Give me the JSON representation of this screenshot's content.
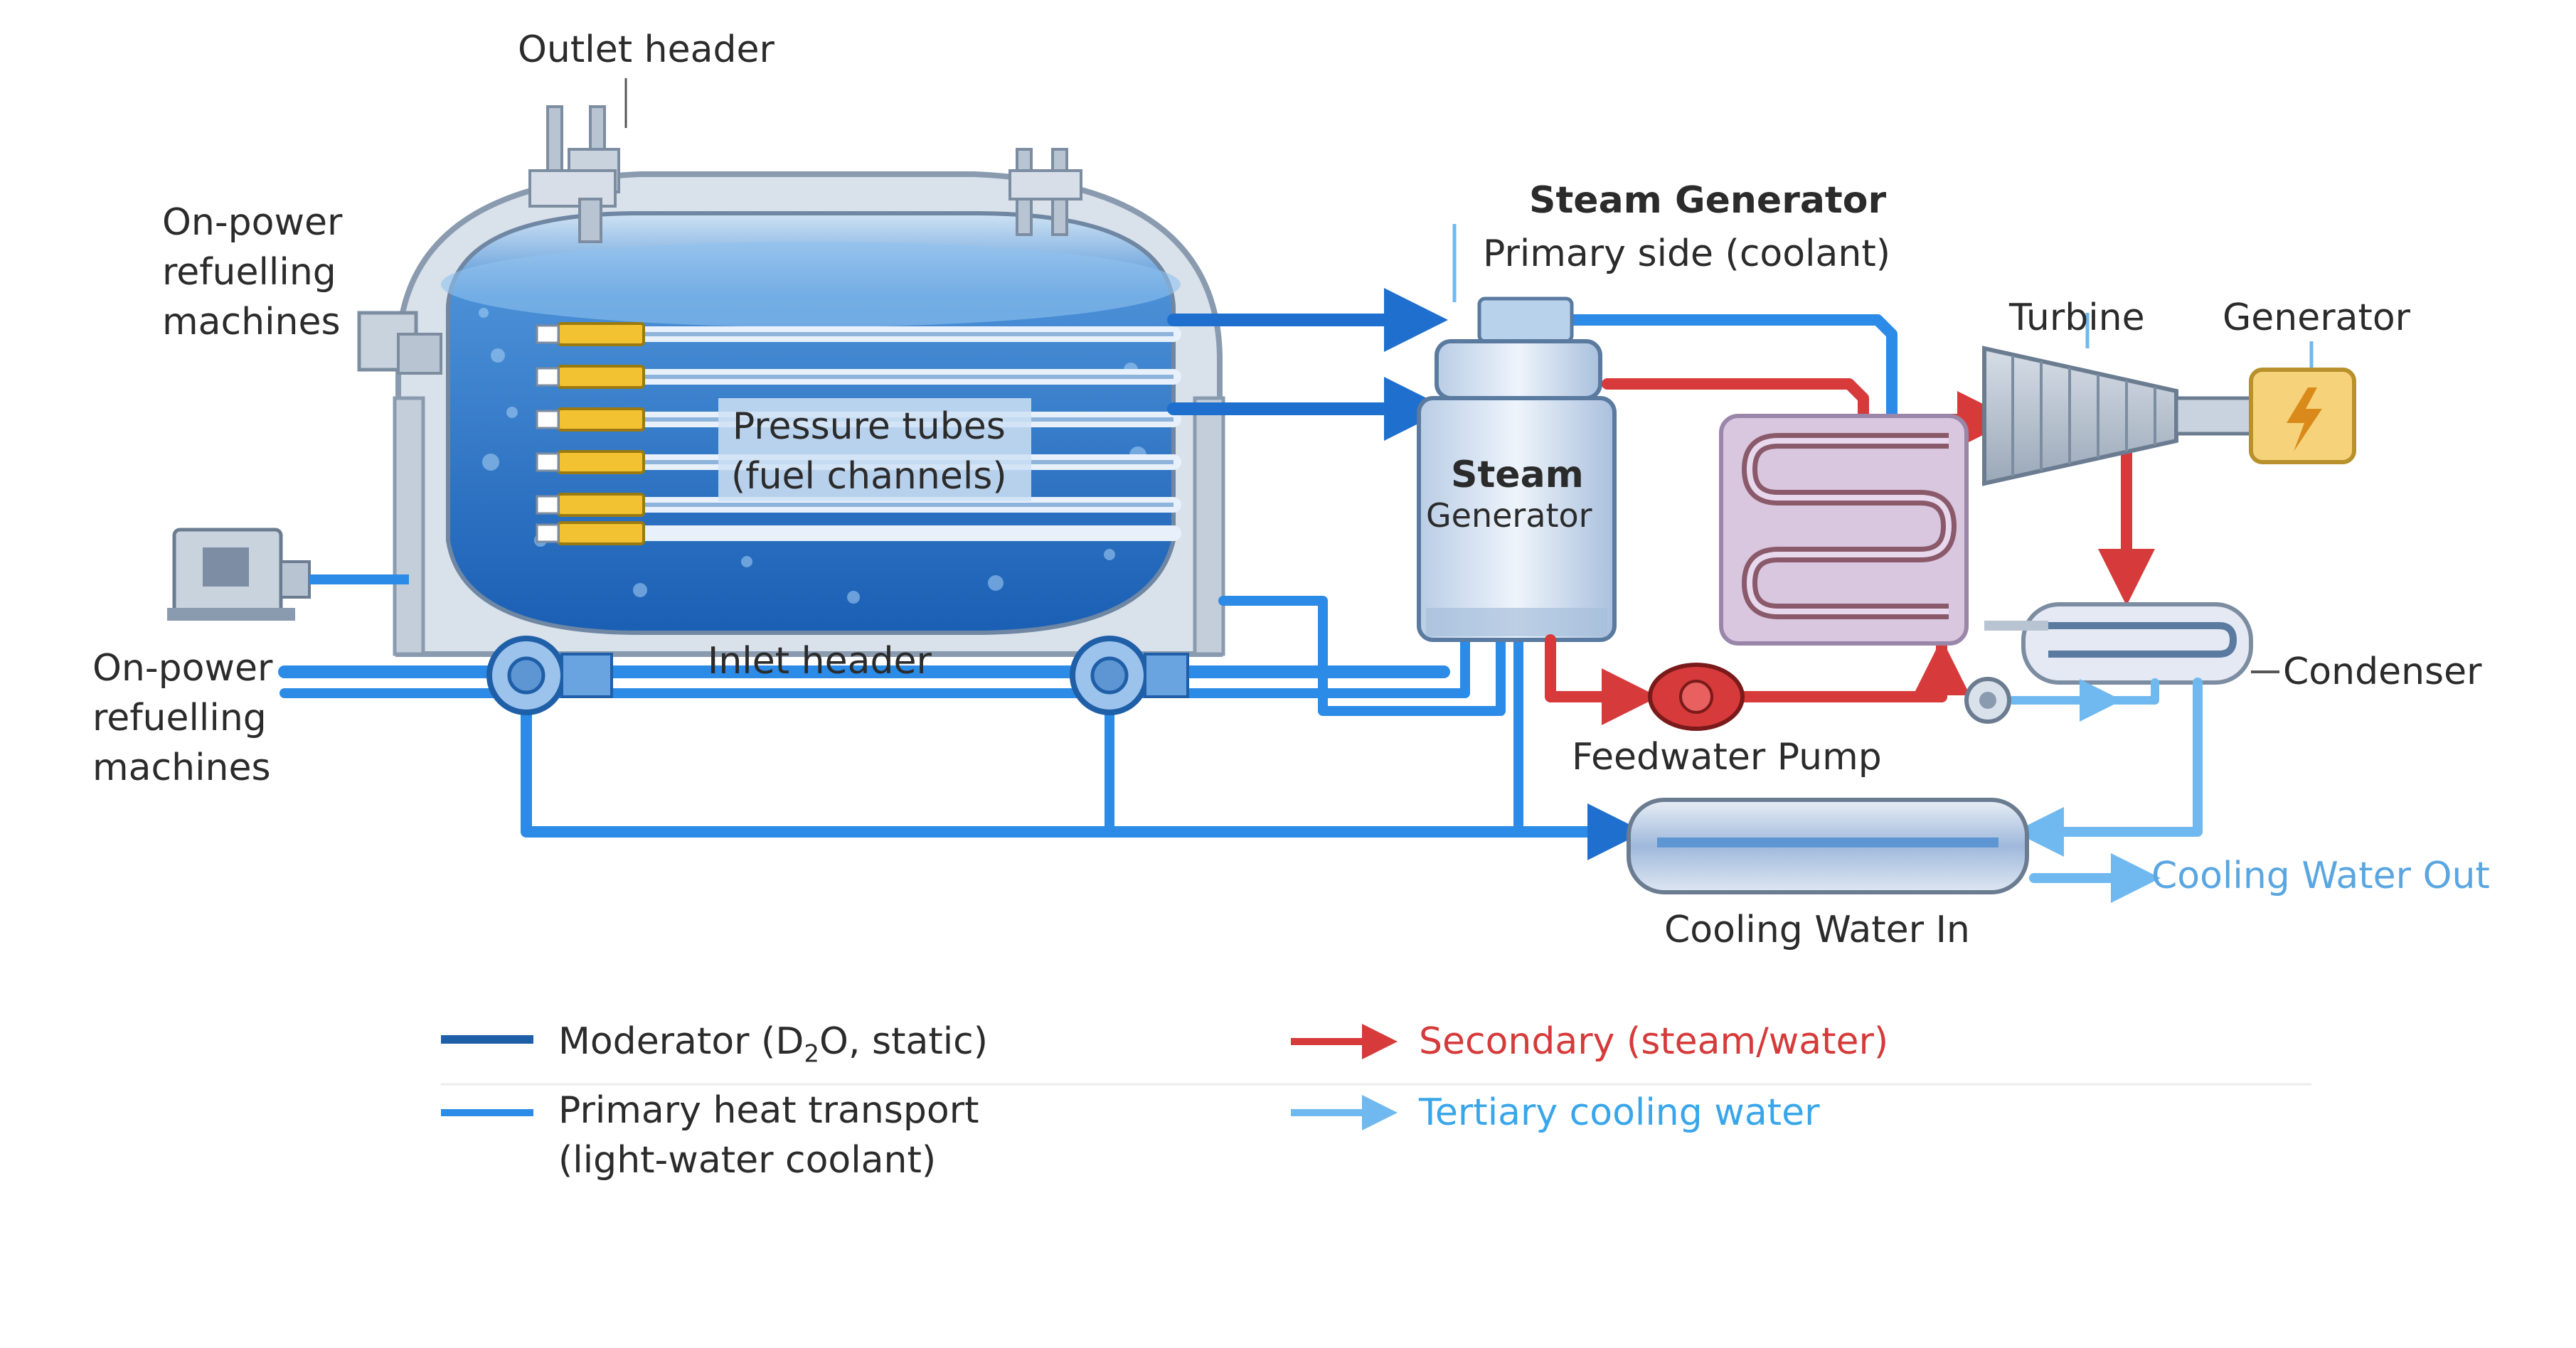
{
  "labels": {
    "outlet_header": "Outlet header",
    "refuel_top": "On-power\nrefuelling\nmachines",
    "refuel_bottom": "On-power\nrefuelling\nmachines",
    "pressure_tubes": "Pressure tubes\n(fuel channels)",
    "inlet_header": "Inlet header",
    "sg_title": "Steam Generator",
    "sg_subtitle": "Primary side (coolant)",
    "sg_body_bold": "Steam",
    "sg_body": "Generator",
    "turbine": "Turbine",
    "generator": "Generator",
    "condenser": "Condenser",
    "feedwater_pump": "Feedwater Pump",
    "cooling_in": "Cooling Water In",
    "cooling_out": "Cooling Water Out"
  },
  "legend": {
    "moderator_prefix": "Moderator (D",
    "moderator_sub": "2",
    "moderator_suffix": "O, static)",
    "primary": "Primary heat transport\n(light-water coolant)",
    "secondary": "Secondary (steam/water)",
    "tertiary": "Tertiary cooling water"
  },
  "colors": {
    "moderator": "#1f5fa8",
    "primary": "#2b8be6",
    "secondary": "#d63a3a",
    "tertiary": "#6fb9f0",
    "legend_secondary_text": "#d63a3a",
    "legend_tertiary_text": "#3aa6ea"
  },
  "icons": {
    "generator": "lightning-bolt-icon",
    "feedwater_pump": "pump-icon",
    "condenser": "heat-exchanger-icon"
  }
}
